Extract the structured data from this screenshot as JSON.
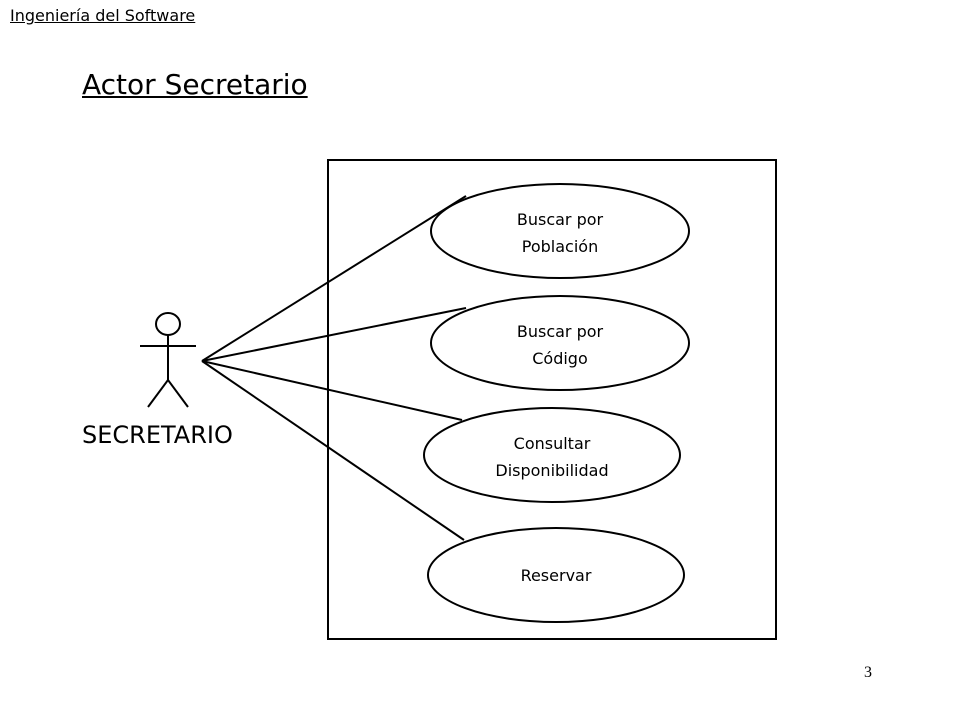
{
  "header": {
    "course": "Ingeniería del Software"
  },
  "slide": {
    "title": "Actor Secretario",
    "page_number": "3"
  },
  "diagram": {
    "actor": {
      "name": "SECRETARIO"
    },
    "use_cases": [
      {
        "line1": "Buscar por",
        "line2": "Población"
      },
      {
        "line1": "Buscar por",
        "line2": "Código"
      },
      {
        "line1": "Consultar",
        "line2": "Disponibilidad"
      },
      {
        "line1": "Reservar",
        "line2": ""
      }
    ]
  }
}
